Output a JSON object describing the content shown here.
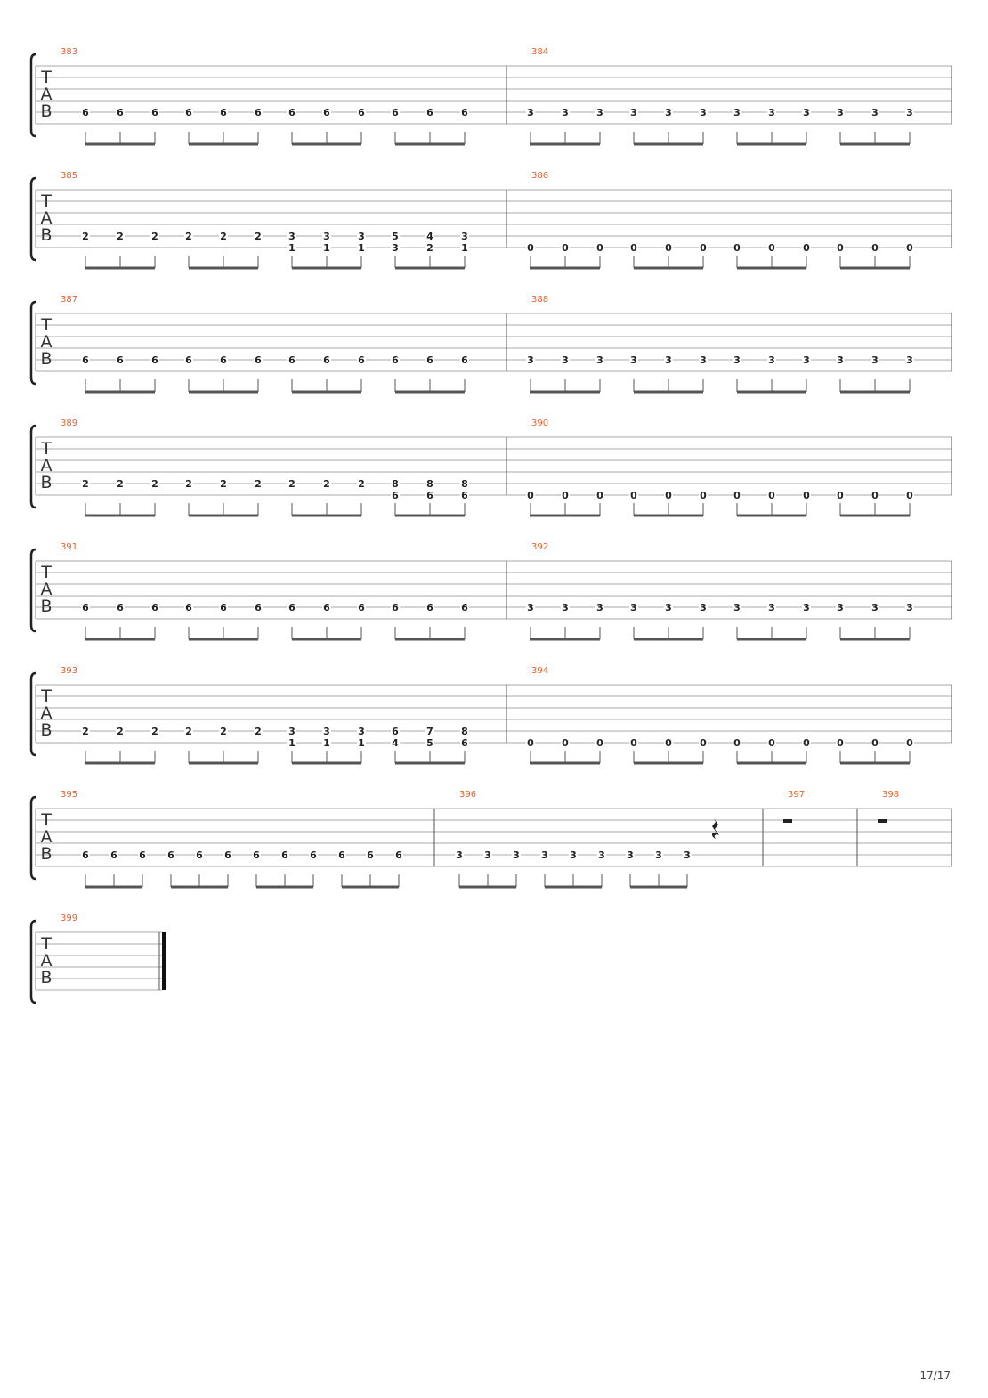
{
  "page_number": "17/17",
  "clef_letters": [
    "T",
    "A",
    "B"
  ],
  "systems": [
    {
      "measures": [
        {
          "number": "383",
          "beats": [
            [
              "6"
            ],
            [
              "6"
            ],
            [
              "6"
            ],
            [
              "6"
            ],
            [
              "6"
            ],
            [
              "6"
            ],
            [
              "6"
            ],
            [
              "6"
            ],
            [
              "6"
            ],
            [
              "6"
            ],
            [
              "6"
            ],
            [
              "6"
            ]
          ]
        },
        {
          "number": "384",
          "beats": [
            [
              "3"
            ],
            [
              "3"
            ],
            [
              "3"
            ],
            [
              "3"
            ],
            [
              "3"
            ],
            [
              "3"
            ],
            [
              "3"
            ],
            [
              "3"
            ],
            [
              "3"
            ],
            [
              "3"
            ],
            [
              "3"
            ],
            [
              "3"
            ]
          ]
        }
      ]
    },
    {
      "measures": [
        {
          "number": "385",
          "beats": [
            [
              "2"
            ],
            [
              "2"
            ],
            [
              "2"
            ],
            [
              "2"
            ],
            [
              "2"
            ],
            [
              "2"
            ],
            [
              "3",
              "1"
            ],
            [
              "3",
              "1"
            ],
            [
              "3",
              "1"
            ],
            [
              "5",
              "3"
            ],
            [
              "4",
              "2"
            ],
            [
              "3",
              "1"
            ]
          ]
        },
        {
          "number": "386",
          "beats": [
            [
              "0"
            ],
            [
              "0"
            ],
            [
              "0"
            ],
            [
              "0"
            ],
            [
              "0"
            ],
            [
              "0"
            ],
            [
              "0"
            ],
            [
              "0"
            ],
            [
              "0"
            ],
            [
              "0"
            ],
            [
              "0"
            ],
            [
              "0"
            ]
          ]
        }
      ]
    },
    {
      "measures": [
        {
          "number": "387",
          "beats": [
            [
              "6"
            ],
            [
              "6"
            ],
            [
              "6"
            ],
            [
              "6"
            ],
            [
              "6"
            ],
            [
              "6"
            ],
            [
              "6"
            ],
            [
              "6"
            ],
            [
              "6"
            ],
            [
              "6"
            ],
            [
              "6"
            ],
            [
              "6"
            ]
          ]
        },
        {
          "number": "388",
          "beats": [
            [
              "3"
            ],
            [
              "3"
            ],
            [
              "3"
            ],
            [
              "3"
            ],
            [
              "3"
            ],
            [
              "3"
            ],
            [
              "3"
            ],
            [
              "3"
            ],
            [
              "3"
            ],
            [
              "3"
            ],
            [
              "3"
            ],
            [
              "3"
            ]
          ]
        }
      ]
    },
    {
      "measures": [
        {
          "number": "389",
          "beats": [
            [
              "2"
            ],
            [
              "2"
            ],
            [
              "2"
            ],
            [
              "2"
            ],
            [
              "2"
            ],
            [
              "2"
            ],
            [
              "2"
            ],
            [
              "2"
            ],
            [
              "2"
            ],
            [
              "8",
              "6"
            ],
            [
              "8",
              "6"
            ],
            [
              "8",
              "6"
            ]
          ]
        },
        {
          "number": "390",
          "beats": [
            [
              "0"
            ],
            [
              "0"
            ],
            [
              "0"
            ],
            [
              "0"
            ],
            [
              "0"
            ],
            [
              "0"
            ],
            [
              "0"
            ],
            [
              "0"
            ],
            [
              "0"
            ],
            [
              "0"
            ],
            [
              "0"
            ],
            [
              "0"
            ]
          ]
        }
      ]
    },
    {
      "measures": [
        {
          "number": "391",
          "beats": [
            [
              "6"
            ],
            [
              "6"
            ],
            [
              "6"
            ],
            [
              "6"
            ],
            [
              "6"
            ],
            [
              "6"
            ],
            [
              "6"
            ],
            [
              "6"
            ],
            [
              "6"
            ],
            [
              "6"
            ],
            [
              "6"
            ],
            [
              "6"
            ]
          ]
        },
        {
          "number": "392",
          "beats": [
            [
              "3"
            ],
            [
              "3"
            ],
            [
              "3"
            ],
            [
              "3"
            ],
            [
              "3"
            ],
            [
              "3"
            ],
            [
              "3"
            ],
            [
              "3"
            ],
            [
              "3"
            ],
            [
              "3"
            ],
            [
              "3"
            ],
            [
              "3"
            ]
          ]
        }
      ]
    },
    {
      "measures": [
        {
          "number": "393",
          "beats": [
            [
              "2"
            ],
            [
              "2"
            ],
            [
              "2"
            ],
            [
              "2"
            ],
            [
              "2"
            ],
            [
              "2"
            ],
            [
              "3",
              "1"
            ],
            [
              "3",
              "1"
            ],
            [
              "3",
              "1"
            ],
            [
              "6",
              "4"
            ],
            [
              "7",
              "5"
            ],
            [
              "8",
              "6"
            ]
          ]
        },
        {
          "number": "394",
          "beats": [
            [
              "0"
            ],
            [
              "0"
            ],
            [
              "0"
            ],
            [
              "0"
            ],
            [
              "0"
            ],
            [
              "0"
            ],
            [
              "0"
            ],
            [
              "0"
            ],
            [
              "0"
            ],
            [
              "0"
            ],
            [
              "0"
            ],
            [
              "0"
            ]
          ]
        }
      ]
    },
    {
      "measures": [
        {
          "number": "395",
          "beats": [
            [
              "6"
            ],
            [
              "6"
            ],
            [
              "6"
            ],
            [
              "6"
            ],
            [
              "6"
            ],
            [
              "6"
            ],
            [
              "6"
            ],
            [
              "6"
            ],
            [
              "6"
            ],
            [
              "6"
            ],
            [
              "6"
            ],
            [
              "6"
            ]
          ]
        },
        {
          "number": "396",
          "beats": [
            [
              "3"
            ],
            [
              "3"
            ],
            [
              "3"
            ],
            [
              "3"
            ],
            [
              "3"
            ],
            [
              "3"
            ],
            [
              "3"
            ],
            [
              "3"
            ],
            [
              "3"
            ]
          ],
          "rest": "quarter"
        },
        {
          "number": "397",
          "beats": [],
          "rest": "half"
        },
        {
          "number": "398",
          "beats": [],
          "rest": "half"
        }
      ]
    },
    {
      "measures": [
        {
          "number": "399",
          "beats": [],
          "final_barline": true
        }
      ]
    }
  ]
}
